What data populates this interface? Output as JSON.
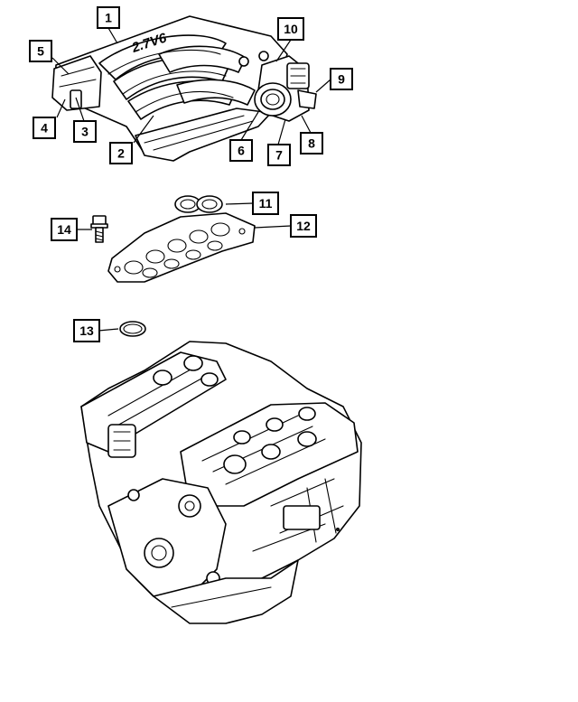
{
  "diagram": {
    "callouts": [
      {
        "number": "1"
      },
      {
        "number": "2"
      },
      {
        "number": "3"
      },
      {
        "number": "4"
      },
      {
        "number": "5"
      },
      {
        "number": "6"
      },
      {
        "number": "7"
      },
      {
        "number": "8"
      },
      {
        "number": "9"
      },
      {
        "number": "10"
      },
      {
        "number": "11"
      },
      {
        "number": "12"
      },
      {
        "number": "13"
      },
      {
        "number": "14"
      }
    ],
    "manifold_emblem": "2.7V6"
  }
}
